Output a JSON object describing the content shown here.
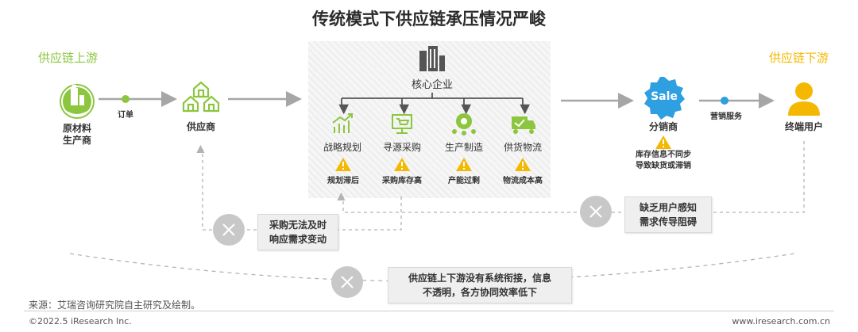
{
  "title": "传统模式下供应链承压情况严峻",
  "upstream_label": "供应链上游",
  "downstream_label": "供应链下游",
  "nodes": {
    "raw_material": [
      "原材料",
      "生产商"
    ],
    "supplier": "供应商",
    "core": "核心企业",
    "distributor": "分销商",
    "end_user": "终端用户"
  },
  "edges": {
    "order": "订单",
    "marketing": "营销服务"
  },
  "sale_badge": "Sale",
  "core_modules": [
    {
      "label": "战略规划",
      "problem": "规划滞后",
      "icon": "chart-trend-icon"
    },
    {
      "label": "寻源采购",
      "problem": "采购库存高",
      "icon": "monitor-cart-icon"
    },
    {
      "label": "生产制造",
      "problem": "产能过剩",
      "icon": "gear-people-icon"
    },
    {
      "label": "供货物流",
      "problem": "物流成本高",
      "icon": "truck-check-icon"
    }
  ],
  "distributor_issue": [
    "库存信息不同步",
    "导致缺货或滞销"
  ],
  "callouts": {
    "procurement": [
      "采购无法及时",
      "响应需求变动"
    ],
    "user": [
      "缺乏用户感知",
      "需求传导阻碍"
    ],
    "chain": [
      "供应链上下游没有系统衔接，信息",
      "不透明，各方协同效率低下"
    ]
  },
  "source": "来源：艾瑞咨询研究院自主研究及绘制。",
  "copyright": "©2022.5 iResearch Inc.",
  "website": "www.iresearch.com.cn",
  "colors": {
    "green": "#8cc63f",
    "yellow": "#f5b800",
    "sale_blue": "#2e9fe0",
    "arrow_gray": "#a6a6a6",
    "dot_green": "#8cc63f",
    "dot_blue": "#2e9fe0"
  }
}
